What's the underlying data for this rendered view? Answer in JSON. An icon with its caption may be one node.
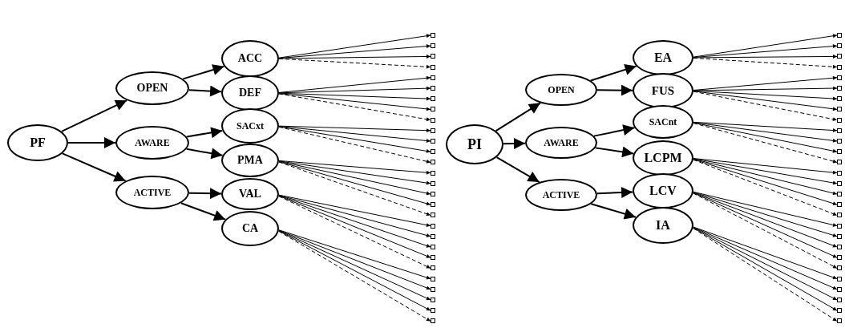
{
  "diagram": {
    "nodes": [
      {
        "text": [
          "PF"
        ]
      },
      {
        "text": [
          "OPEN"
        ]
      },
      {
        "text": [
          "AWARE"
        ]
      },
      {
        "text": [
          "ACTIVE"
        ]
      },
      {
        "text": [
          "ACC"
        ]
      },
      {
        "text": [
          "DEF"
        ]
      },
      {
        "text": [
          "SACxt"
        ]
      },
      {
        "text": [
          "PMA"
        ]
      },
      {
        "text": [
          "VAL"
        ]
      },
      {
        "text": [
          "CA"
        ]
      },
      {
        "text": [
          "PI"
        ]
      },
      {
        "text": [
          "OPEN"
        ]
      },
      {
        "text": [
          "AWARE"
        ]
      },
      {
        "text": [
          "ACTIVE"
        ]
      },
      {
        "text": [
          "EA"
        ]
      },
      {
        "text": [
          "FUS"
        ]
      },
      {
        "text": [
          "SACnt"
        ]
      },
      {
        "text": [
          "LCPM"
        ]
      },
      {
        "text": [
          "LCV"
        ]
      },
      {
        "text": [
          "IA"
        ]
      },
      {
        "text": [],
        "shape": "box"
      },
      {
        "text": [],
        "shape": "box"
      },
      {
        "text": [],
        "shape": "box"
      },
      {
        "text": [],
        "shape": "box"
      },
      {
        "text": [],
        "shape": "box"
      },
      {
        "text": [],
        "shape": "box"
      },
      {
        "text": [],
        "shape": "box"
      },
      {
        "text": [],
        "shape": "box"
      },
      {
        "text": [],
        "shape": "box"
      },
      {
        "text": [],
        "shape": "box"
      },
      {
        "text": [],
        "shape": "box"
      },
      {
        "text": [],
        "shape": "box"
      },
      {
        "text": [],
        "shape": "box"
      },
      {
        "text": [],
        "shape": "box"
      },
      {
        "text": [],
        "shape": "box"
      },
      {
        "text": [],
        "shape": "box"
      },
      {
        "text": [],
        "shape": "box"
      },
      {
        "text": [],
        "shape": "box"
      },
      {
        "text": [],
        "shape": "box"
      },
      {
        "text": [],
        "shape": "box"
      },
      {
        "text": [],
        "shape": "box"
      },
      {
        "text": [],
        "shape": "box"
      },
      {
        "text": [],
        "shape": "box"
      },
      {
        "text": [],
        "shape": "box"
      },
      {
        "text": [],
        "shape": "box"
      },
      {
        "text": [],
        "shape": "box"
      },
      {
        "text": [],
        "shape": "box"
      },
      {
        "text": [],
        "shape": "box"
      },
      {
        "text": [],
        "shape": "box"
      },
      {
        "text": [],
        "shape": "box"
      },
      {
        "text": [],
        "shape": "box"
      },
      {
        "text": [],
        "shape": "box"
      },
      {
        "text": [],
        "shape": "box"
      },
      {
        "text": [],
        "shape": "box"
      },
      {
        "text": [],
        "shape": "box"
      },
      {
        "text": [],
        "shape": "box"
      },
      {
        "text": [],
        "shape": "box"
      },
      {
        "text": [],
        "shape": "box"
      },
      {
        "text": [],
        "shape": "box"
      },
      {
        "text": [],
        "shape": "box"
      },
      {
        "text": [],
        "shape": "box"
      },
      {
        "text": [],
        "shape": "box"
      },
      {
        "text": [],
        "shape": "box"
      },
      {
        "text": [],
        "shape": "box"
      },
      {
        "text": [],
        "shape": "box"
      },
      {
        "text": [],
        "shape": "box"
      },
      {
        "text": [],
        "shape": "box"
      },
      {
        "text": [],
        "shape": "box"
      },
      {
        "text": [],
        "shape": "box"
      },
      {
        "text": [],
        "shape": "box"
      },
      {
        "text": [],
        "shape": "box"
      },
      {
        "text": [],
        "shape": "box"
      },
      {
        "text": [],
        "shape": "box"
      },
      {
        "text": [],
        "shape": "box"
      },
      {
        "text": [],
        "shape": "box"
      },
      {
        "text": [],
        "shape": "box"
      }
    ],
    "edges": [
      {
        "from": 0,
        "to": 1,
        "arrow": "to"
      },
      {
        "from": 0,
        "to": 2,
        "arrow": "to"
      },
      {
        "from": 0,
        "to": 3,
        "arrow": "to"
      },
      {
        "from": 1,
        "to": 4,
        "arrow": "to"
      },
      {
        "from": 1,
        "to": 5,
        "arrow": "to"
      },
      {
        "from": 2,
        "to": 6,
        "arrow": "to"
      },
      {
        "from": 2,
        "to": 7,
        "arrow": "to"
      },
      {
        "from": 3,
        "to": 8,
        "arrow": "to"
      },
      {
        "from": 3,
        "to": 9,
        "arrow": "to"
      },
      {
        "from": 10,
        "to": 11,
        "arrow": "to"
      },
      {
        "from": 10,
        "to": 12,
        "arrow": "to"
      },
      {
        "from": 10,
        "to": 13,
        "arrow": "to"
      },
      {
        "from": 11,
        "to": 14,
        "arrow": "to"
      },
      {
        "from": 11,
        "to": 15,
        "arrow": "to"
      },
      {
        "from": 12,
        "to": 16,
        "arrow": "to"
      },
      {
        "from": 12,
        "to": 17,
        "arrow": "to"
      },
      {
        "from": 13,
        "to": 18,
        "arrow": "to"
      },
      {
        "from": 13,
        "to": 19,
        "arrow": "to"
      },
      {
        "from": 4,
        "to": 20,
        "arrow": "to"
      },
      {
        "from": 4,
        "to": 21,
        "arrow": "to"
      },
      {
        "from": 4,
        "to": 22,
        "arrow": "to"
      },
      {
        "from": 4,
        "to": 23,
        "arrow": "to",
        "style": "dashed"
      },
      {
        "from": 5,
        "to": 24,
        "arrow": "to"
      },
      {
        "from": 5,
        "to": 25,
        "arrow": "to"
      },
      {
        "from": 5,
        "to": 26,
        "arrow": "to"
      },
      {
        "from": 5,
        "to": 27,
        "arrow": "to"
      },
      {
        "from": 5,
        "to": 28,
        "arrow": "to",
        "style": "dashed"
      },
      {
        "from": 6,
        "to": 29,
        "arrow": "to"
      },
      {
        "from": 6,
        "to": 30,
        "arrow": "to"
      },
      {
        "from": 6,
        "to": 31,
        "arrow": "to"
      },
      {
        "from": 6,
        "to": 32,
        "arrow": "to",
        "style": "dashed"
      },
      {
        "from": 7,
        "to": 33,
        "arrow": "to"
      },
      {
        "from": 7,
        "to": 34,
        "arrow": "to"
      },
      {
        "from": 7,
        "to": 35,
        "arrow": "to"
      },
      {
        "from": 7,
        "to": 36,
        "arrow": "to"
      },
      {
        "from": 7,
        "to": 37,
        "arrow": "to",
        "style": "dashed"
      },
      {
        "from": 8,
        "to": 38,
        "arrow": "to"
      },
      {
        "from": 8,
        "to": 39,
        "arrow": "to"
      },
      {
        "from": 8,
        "to": 40,
        "arrow": "to"
      },
      {
        "from": 8,
        "to": 41,
        "arrow": "to"
      },
      {
        "from": 8,
        "to": 42,
        "arrow": "to",
        "style": "dashed"
      },
      {
        "from": 9,
        "to": 43,
        "arrow": "to"
      },
      {
        "from": 9,
        "to": 44,
        "arrow": "to"
      },
      {
        "from": 9,
        "to": 45,
        "arrow": "to"
      },
      {
        "from": 9,
        "to": 46,
        "arrow": "to"
      },
      {
        "from": 9,
        "to": 47,
        "arrow": "to",
        "style": "dashed"
      },
      {
        "from": 14,
        "to": 48,
        "arrow": "to"
      },
      {
        "from": 14,
        "to": 49,
        "arrow": "to"
      },
      {
        "from": 14,
        "to": 50,
        "arrow": "to"
      },
      {
        "from": 14,
        "to": 51,
        "arrow": "to",
        "style": "dashed"
      },
      {
        "from": 15,
        "to": 52,
        "arrow": "to"
      },
      {
        "from": 15,
        "to": 53,
        "arrow": "to"
      },
      {
        "from": 15,
        "to": 54,
        "arrow": "to"
      },
      {
        "from": 15,
        "to": 55,
        "arrow": "to"
      },
      {
        "from": 15,
        "to": 56,
        "arrow": "to",
        "style": "dashed"
      },
      {
        "from": 16,
        "to": 57,
        "arrow": "to"
      },
      {
        "from": 16,
        "to": 58,
        "arrow": "to"
      },
      {
        "from": 16,
        "to": 59,
        "arrow": "to"
      },
      {
        "from": 16,
        "to": 60,
        "arrow": "to",
        "style": "dashed"
      },
      {
        "from": 17,
        "to": 61,
        "arrow": "to"
      },
      {
        "from": 17,
        "to": 62,
        "arrow": "to"
      },
      {
        "from": 17,
        "to": 63,
        "arrow": "to"
      },
      {
        "from": 17,
        "to": 64,
        "arrow": "to"
      },
      {
        "from": 17,
        "to": 65,
        "arrow": "to",
        "style": "dashed"
      },
      {
        "from": 18,
        "to": 66,
        "arrow": "to"
      },
      {
        "from": 18,
        "to": 67,
        "arrow": "to"
      },
      {
        "from": 18,
        "to": 68,
        "arrow": "to"
      },
      {
        "from": 18,
        "to": 69,
        "arrow": "to"
      },
      {
        "from": 18,
        "to": 70,
        "arrow": "to",
        "style": "dashed"
      },
      {
        "from": 19,
        "to": 71,
        "arrow": "to"
      },
      {
        "from": 19,
        "to": 72,
        "arrow": "to"
      },
      {
        "from": 19,
        "to": 73,
        "arrow": "to"
      },
      {
        "from": 19,
        "to": 74,
        "arrow": "to"
      },
      {
        "from": 19,
        "to": 75,
        "arrow": "to",
        "style": "dashed"
      }
    ]
  }
}
